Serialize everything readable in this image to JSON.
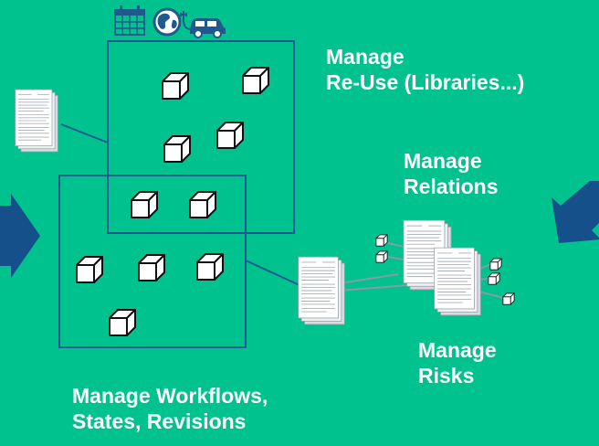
{
  "labels": {
    "reuse": {
      "line1": "Manage",
      "line2": "Re-Use (Libraries...)"
    },
    "relations": {
      "line1": "Manage",
      "line2": "Relations"
    },
    "risks": {
      "line1": "Manage",
      "line2": "Risks"
    },
    "workflows": {
      "line1": "Manage Workflows,",
      "line2": "States, Revisions"
    }
  },
  "icons": [
    "calendar-icon",
    "globe-icon",
    "electric-car-icon"
  ],
  "colors": {
    "background": "#00c28f",
    "frame": "#1f5a8c",
    "arrow": "#15508a",
    "text": "#ffffff",
    "cube_fill": "#ffffff",
    "cube_stroke": "#111111"
  }
}
